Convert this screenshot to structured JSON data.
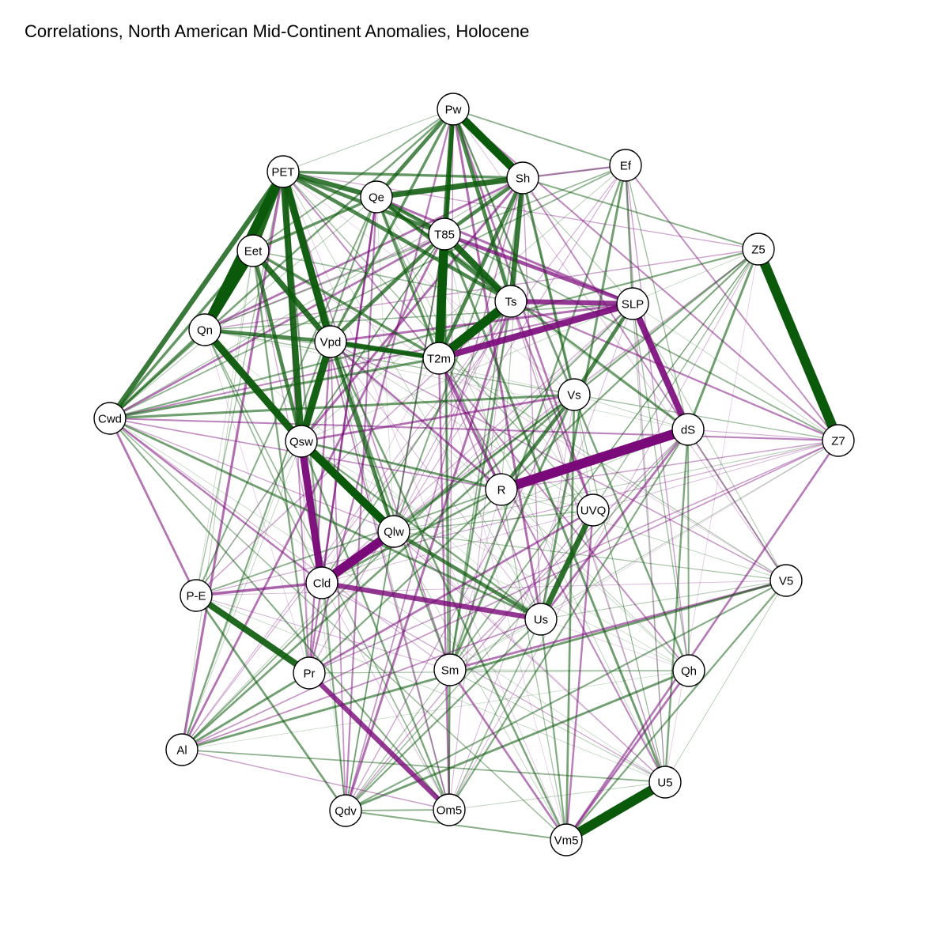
{
  "title": "Correlations, North American Mid-Continent Anomalies, Holocene",
  "colors": {
    "positive": "#0b5a0b",
    "negative": "#7a0a7a",
    "node_fill": "#ffffff",
    "node_stroke": "#000000"
  },
  "nodes": [
    "Pw",
    "PET",
    "Ef",
    "Sh",
    "Qe",
    "T85",
    "Z5",
    "Eet",
    "Ts",
    "SLP",
    "Qn",
    "Vpd",
    "T2m",
    "Vs",
    "Cwd",
    "dS",
    "Z7",
    "Qsw",
    "R",
    "UVQ",
    "Qlw",
    "V5",
    "P-E",
    "Cld",
    "Us",
    "Sm",
    "Pr",
    "Qh",
    "Al",
    "U5",
    "Qdv",
    "Om5",
    "Vm5"
  ],
  "strong_edges": [
    {
      "a": "Pw",
      "b": "Sh",
      "r": 0.9
    },
    {
      "a": "Pw",
      "b": "Qe",
      "r": 0.6
    },
    {
      "a": "Pw",
      "b": "T85",
      "r": 0.7
    },
    {
      "a": "Pw",
      "b": "T2m",
      "r": 0.6
    },
    {
      "a": "Pw",
      "b": "Ts",
      "r": 0.6
    },
    {
      "a": "Pw",
      "b": "Vpd",
      "r": 0.5
    },
    {
      "a": "PET",
      "b": "Qn",
      "r": 0.95
    },
    {
      "a": "PET",
      "b": "Eet",
      "r": 0.8
    },
    {
      "a": "PET",
      "b": "Qe",
      "r": 0.7
    },
    {
      "a": "PET",
      "b": "Vpd",
      "r": 0.85
    },
    {
      "a": "PET",
      "b": "Qsw",
      "r": 0.8
    },
    {
      "a": "PET",
      "b": "Cwd",
      "r": 0.7
    },
    {
      "a": "PET",
      "b": "T85",
      "r": 0.6
    },
    {
      "a": "PET",
      "b": "Ts",
      "r": 0.6
    },
    {
      "a": "PET",
      "b": "Sh",
      "r": 0.5
    },
    {
      "a": "Qe",
      "b": "Sh",
      "r": 0.75
    },
    {
      "a": "Qe",
      "b": "T85",
      "r": 0.6
    },
    {
      "a": "Qe",
      "b": "Ts",
      "r": 0.6
    },
    {
      "a": "Qe",
      "b": "T2m",
      "r": 0.5
    },
    {
      "a": "Qe",
      "b": "Eet",
      "r": 0.5
    },
    {
      "a": "Sh",
      "b": "T85",
      "r": 0.6
    },
    {
      "a": "Sh",
      "b": "Ts",
      "r": 0.7
    },
    {
      "a": "Sh",
      "b": "T2m",
      "r": 0.6
    },
    {
      "a": "Sh",
      "b": "Vs",
      "r": 0.5
    },
    {
      "a": "T85",
      "b": "T2m",
      "r": 0.95
    },
    {
      "a": "T85",
      "b": "Ts",
      "r": 0.8
    },
    {
      "a": "T85",
      "b": "Vpd",
      "r": 0.6
    },
    {
      "a": "T85",
      "b": "SLP",
      "r": -0.6
    },
    {
      "a": "Ts",
      "b": "T2m",
      "r": 0.95
    },
    {
      "a": "Ts",
      "b": "SLP",
      "r": -0.7
    },
    {
      "a": "T2m",
      "b": "SLP",
      "r": -0.8
    },
    {
      "a": "T2m",
      "b": "Vpd",
      "r": 0.7
    },
    {
      "a": "T2m",
      "b": "Eet",
      "r": 0.5
    },
    {
      "a": "T2m",
      "b": "R",
      "r": -0.5
    },
    {
      "a": "Eet",
      "b": "Qn",
      "r": 0.9
    },
    {
      "a": "Eet",
      "b": "Vpd",
      "r": 0.75
    },
    {
      "a": "Eet",
      "b": "Qsw",
      "r": 0.6
    },
    {
      "a": "Eet",
      "b": "Cwd",
      "r": 0.5
    },
    {
      "a": "Qn",
      "b": "Qsw",
      "r": 0.85
    },
    {
      "a": "Qn",
      "b": "Vpd",
      "r": 0.6
    },
    {
      "a": "Qn",
      "b": "Cwd",
      "r": 0.5
    },
    {
      "a": "Vpd",
      "b": "Qsw",
      "r": 0.85
    },
    {
      "a": "Vpd",
      "b": "Qlw",
      "r": 0.6
    },
    {
      "a": "Vpd",
      "b": "T2m",
      "r": 0.6
    },
    {
      "a": "Qsw",
      "b": "Qlw",
      "r": 0.9
    },
    {
      "a": "Qsw",
      "b": "Cld",
      "r": -0.85
    },
    {
      "a": "Qsw",
      "b": "Us",
      "r": 0.4
    },
    {
      "a": "Qlw",
      "b": "Cld",
      "r": -0.95
    },
    {
      "a": "Qlw",
      "b": "Us",
      "r": 0.6
    },
    {
      "a": "Cld",
      "b": "Us",
      "r": -0.7
    },
    {
      "a": "Cld",
      "b": "P-E",
      "r": -0.5
    },
    {
      "a": "SLP",
      "b": "dS",
      "r": -0.8
    },
    {
      "a": "SLP",
      "b": "Vs",
      "r": 0.6
    },
    {
      "a": "dS",
      "b": "R",
      "r": -0.98
    },
    {
      "a": "Vs",
      "b": "R",
      "r": 0.6
    },
    {
      "a": "UVQ",
      "b": "Us",
      "r": 0.75
    },
    {
      "a": "Z5",
      "b": "Z7",
      "r": 0.98
    },
    {
      "a": "U5",
      "b": "Vm5",
      "r": 0.98
    },
    {
      "a": "P-E",
      "b": "Pr",
      "r": 0.8
    },
    {
      "a": "Pr",
      "b": "Om5",
      "r": -0.7
    }
  ]
}
